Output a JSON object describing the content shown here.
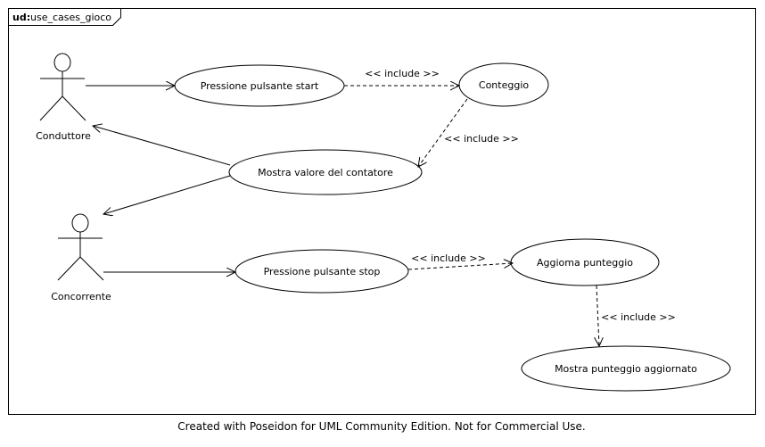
{
  "frame": {
    "keyword": "ud:",
    "name": "use_cases_gioco"
  },
  "actors": [
    {
      "id": "conduttore",
      "label": "Conduttore"
    },
    {
      "id": "concorrente",
      "label": "Concorrente"
    }
  ],
  "use_cases": [
    {
      "id": "start",
      "label": "Pressione pulsante start"
    },
    {
      "id": "conteggio",
      "label": "Conteggio"
    },
    {
      "id": "mostra_valore",
      "label": "Mostra valore del contatore"
    },
    {
      "id": "stop",
      "label": "Pressione pulsante stop"
    },
    {
      "id": "aggiorna",
      "label": "Aggioma punteggio"
    },
    {
      "id": "mostra_punteggio",
      "label": "Mostra punteggio aggiornato"
    }
  ],
  "relations": [
    {
      "from": "conduttore",
      "to": "start",
      "kind": "association"
    },
    {
      "from": "start",
      "to": "conteggio",
      "kind": "include",
      "label": "<< include >>"
    },
    {
      "from": "conteggio",
      "to": "mostra_valore",
      "kind": "include",
      "label": "<< include >>"
    },
    {
      "from": "mostra_valore",
      "to": "conduttore",
      "kind": "association"
    },
    {
      "from": "mostra_valore",
      "to": "concorrente",
      "kind": "association"
    },
    {
      "from": "concorrente",
      "to": "stop",
      "kind": "association"
    },
    {
      "from": "stop",
      "to": "aggiorna",
      "kind": "include",
      "label": "<< include >>"
    },
    {
      "from": "aggiorna",
      "to": "mostra_punteggio",
      "kind": "include",
      "label": "<< include >>"
    }
  ],
  "footer": "Created with Poseidon for UML Community Edition. Not for Commercial Use."
}
